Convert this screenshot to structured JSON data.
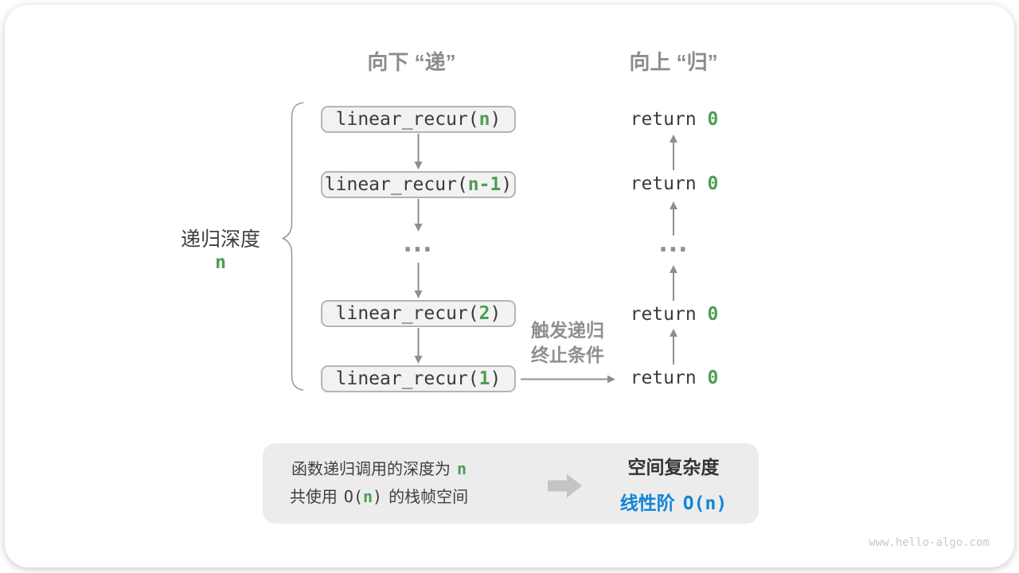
{
  "header": {
    "down": "向下 “递”",
    "up": "向上 “归”"
  },
  "stack": {
    "calls": [
      {
        "prefix": "linear_recur(",
        "arg": "n",
        "suffix": ")"
      },
      {
        "prefix": "linear_recur(",
        "arg": "n-1",
        "suffix": ")"
      },
      {
        "prefix": "linear_recur(",
        "arg": "2",
        "suffix": ")"
      },
      {
        "prefix": "linear_recur(",
        "arg": "1",
        "suffix": ")"
      }
    ],
    "ellipsis": "...",
    "returns": [
      {
        "keyword": "return ",
        "value": "0"
      },
      {
        "keyword": "return ",
        "value": "0"
      },
      {
        "keyword": "return ",
        "value": "0"
      },
      {
        "keyword": "return ",
        "value": "0"
      }
    ]
  },
  "depth": {
    "label": "递归深度",
    "value": "n"
  },
  "base_case": {
    "line1": "触发递归",
    "line2": "终止条件"
  },
  "summary": {
    "line1": {
      "text": "函数递归调用的深度为",
      "value": "n"
    },
    "line2": {
      "cn_pre": "共使用",
      "code_pre": "O(",
      "value": "n",
      "code_post": ")",
      "cn_post": "的栈帧空间"
    },
    "title": "空间复杂度",
    "result": {
      "cn": "线性阶",
      "code": "O(n)"
    }
  },
  "watermark": "www.hello-algo.com",
  "colors": {
    "green": "#4e9e52",
    "blue": "#0e86d8",
    "heading-gray": "#8c8c8c",
    "dark": "#3a3a3a",
    "label-dark": "#3f3f3f",
    "arrow": "#8f8f8f",
    "box-fill": "#f2f2f2",
    "box-border": "#b5b5b5",
    "summary-bg": "#ececec",
    "block-arrow": "#c4c4c4",
    "watermark": "#c9c9c9",
    "brace": "#9a9a9a"
  }
}
